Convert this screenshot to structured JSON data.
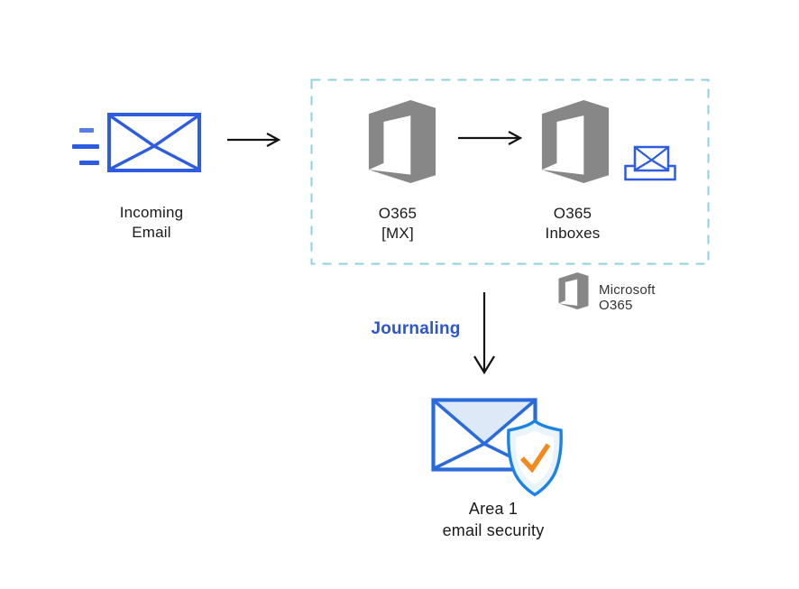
{
  "colors": {
    "royal_blue": "#2d5ce0",
    "area1_blue": "#2b6bd9",
    "shield_blue": "#1b82e6",
    "flap_blue": "#dde9f6",
    "shield_fill": "#e9f4fd",
    "check_orange": "#f28a20",
    "logo_gray": "#878787",
    "boundary_teal": "#8ed2dc",
    "journaling_blue": "#2e55cc",
    "arrow_black": "#141414",
    "text_black": "#1a1a1a"
  },
  "nodes": {
    "incoming_email": {
      "line1": "Incoming",
      "line2": "Email"
    },
    "o365_mx": {
      "line1": "O365",
      "line2": "[MX]"
    },
    "o365_inboxes": {
      "line1": "O365",
      "line2": "Inboxes"
    },
    "area1": {
      "line1": "Area 1",
      "line2": "email security"
    }
  },
  "labels": {
    "journaling": "Journaling",
    "legend": "Microsoft O365"
  },
  "icons": {
    "incoming_email": "envelope-icon",
    "o365": "office-365-logo-icon",
    "inbox": "inbox-envelope-icon",
    "area1": "envelope-shield-check-icon"
  }
}
